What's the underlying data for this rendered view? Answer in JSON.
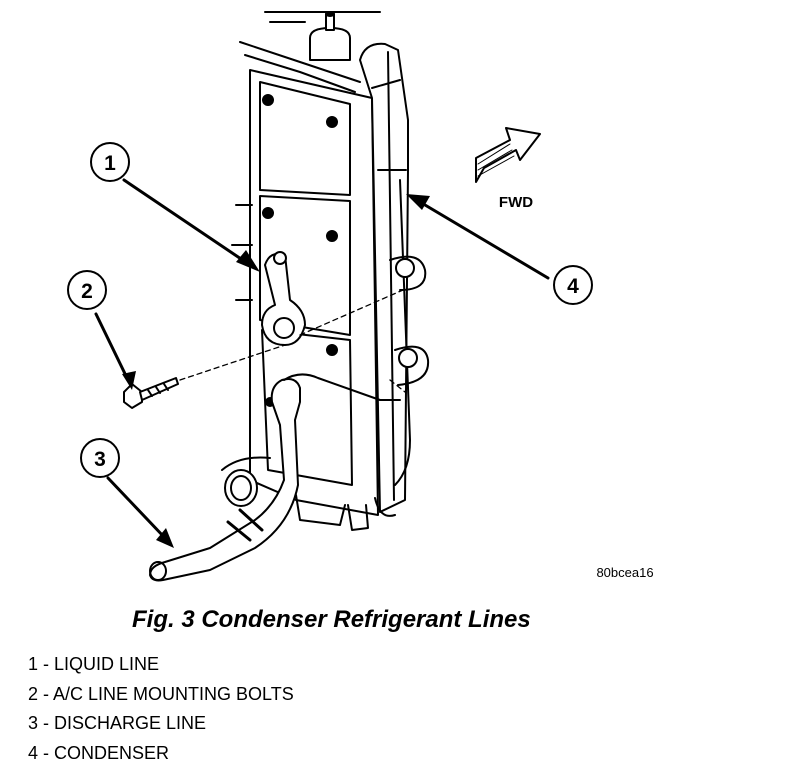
{
  "figure": {
    "callouts": [
      "1",
      "2",
      "3",
      "4"
    ],
    "direction_label": "FWD",
    "image_code": "80bcea16"
  },
  "caption": "Fig. 3 Condenser Refrigerant Lines",
  "legend": [
    "1 - LIQUID LINE",
    "2 - A/C LINE MOUNTING BOLTS",
    "3 - DISCHARGE LINE",
    "4 - CONDENSER"
  ],
  "colors": {
    "ink": "#000000",
    "paper": "#ffffff"
  }
}
